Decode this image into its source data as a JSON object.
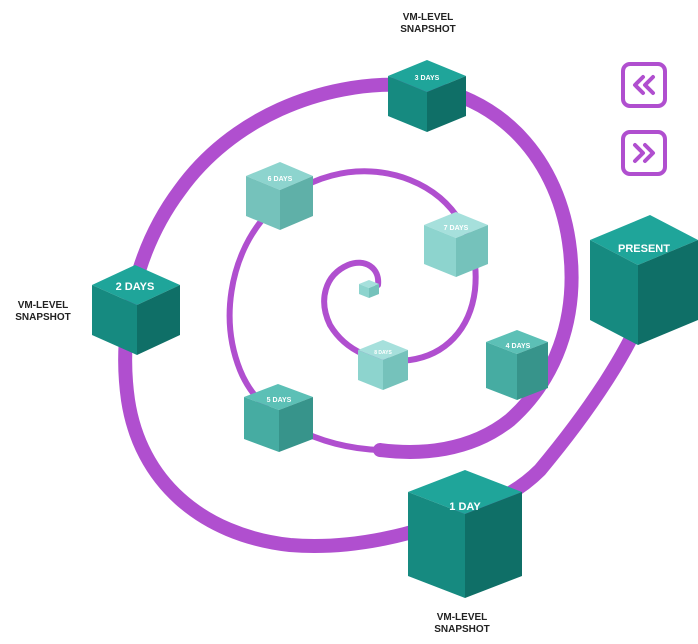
{
  "colors": {
    "spiral": "#b04fcf",
    "teal_dark_top": "#1fa59a",
    "teal_dark_left": "#168a80",
    "teal_dark_right": "#0f6f67",
    "teal_light_top": "#a6e0dc",
    "teal_light_left": "#8dd4ce",
    "teal_light_right": "#75c2bb",
    "teal_mid_top": "#5cc0b6",
    "teal_mid_left": "#46aca2",
    "teal_mid_right": "#37948b"
  },
  "snapshot_labels": {
    "top": {
      "line1": "VM-LEVEL",
      "line2": "SNAPSHOT"
    },
    "left": {
      "line1": "VM-LEVEL",
      "line2": "SNAPSHOT"
    },
    "bottom": {
      "line1": "VM-LEVEL",
      "line2": "SNAPSHOT"
    }
  },
  "cubes": {
    "present": "PRESENT",
    "day1": "1 DAY",
    "days2": "2 DAYS",
    "days3": "3 DAYS",
    "days4": "4 DAYS",
    "days5": "5 DAYS",
    "days6": "6 DAYS",
    "days7": "7 DAYS",
    "days8": "8 DAYS"
  },
  "nav": {
    "back_icon": "double-chevron-left-icon",
    "forward_icon": "double-chevron-right-icon"
  }
}
